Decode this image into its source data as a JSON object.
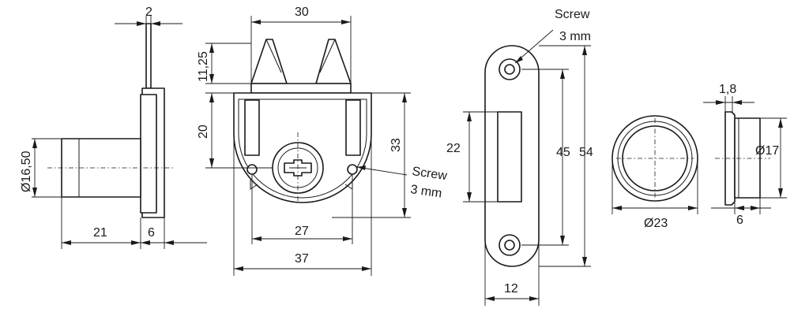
{
  "labels": {
    "top_2": "2",
    "side_dia": "Ø16,50",
    "side_21": "21",
    "side_6": "6",
    "h_1125": "11,25",
    "w_30": "30",
    "h_20": "20",
    "h_33": "33",
    "w_27": "27",
    "w_37": "37",
    "screw_word_a": "Screw",
    "screw_size_a": "3 mm",
    "screw_word_b": "Screw",
    "screw_size_b": "3 mm",
    "h_22": "22",
    "h_45": "45",
    "h_54": "54",
    "w_12": "12",
    "ring_dia": "Ø23",
    "w_18": "1,8",
    "ring_dia_side": "Ø17",
    "w_6_ring": "6"
  },
  "colors": {
    "line": "#1a1a1a",
    "background": "#ffffff"
  }
}
